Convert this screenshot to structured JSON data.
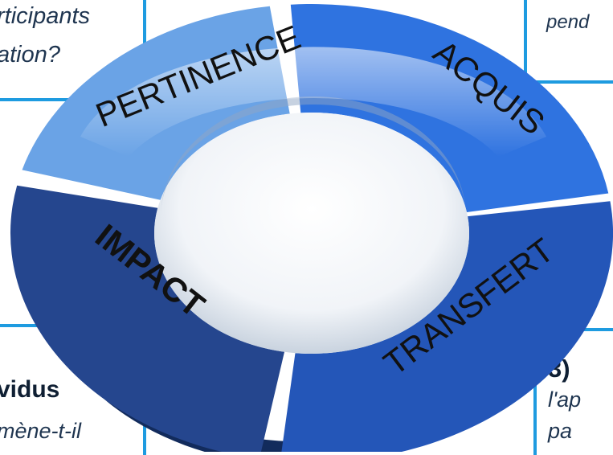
{
  "boxes": {
    "top_left": {
      "line1": "rticipants",
      "line2": "ation?"
    },
    "top_right": {
      "line1": "pend"
    },
    "bottom_left": {
      "title": "vidus",
      "line1": "mène-t-il"
    },
    "bottom_right": {
      "number": "3)",
      "line1": "l'ap",
      "line2": "pa"
    }
  },
  "cycle": {
    "segments": [
      {
        "label": "PERTINENCE",
        "color": "#6aa3e6"
      },
      {
        "label": "ACQUIS",
        "color": "#2f73e0"
      },
      {
        "label": "TRANSFERT",
        "color": "#2456b8"
      },
      {
        "label": "IMPACT",
        "color": "#25468e"
      }
    ]
  },
  "colors": {
    "frame": "#1e9be0"
  }
}
